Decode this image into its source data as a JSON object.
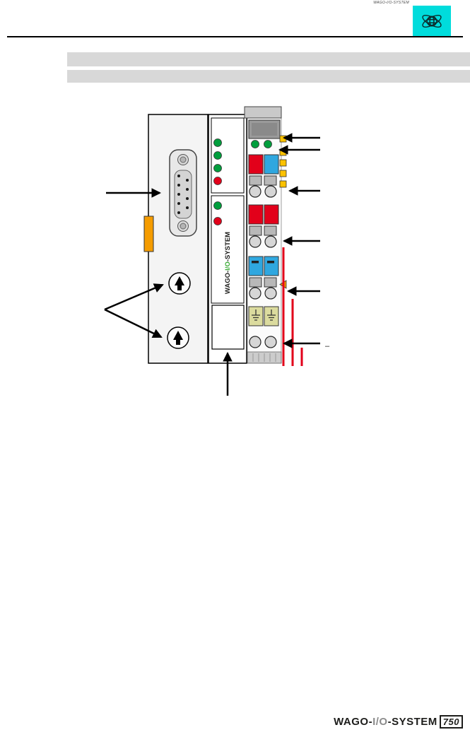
{
  "header": {
    "mini_caption": "WAGO-I/O-SYSTEM",
    "logo_box_color": "#00DCDC"
  },
  "diagram": {
    "side_label_wago": "WAGO-",
    "side_label_io": "I/O",
    "side_label_system": "-SYSTEM",
    "minus_label": "–",
    "colors": {
      "orange": "#F59C00",
      "red": "#E2001A",
      "blue": "#2FA7DF",
      "khaki": "#DBDB9E",
      "led_green": "#009E3D",
      "led_red": "#E2001A",
      "marker_yellow": "#FCC200",
      "wire_red": "#E2001A",
      "io_green": "#3AAA35"
    }
  },
  "footer": {
    "brand_wago": "WAGO-",
    "brand_io": "I/O",
    "brand_system": "-SYSTEM",
    "brand_number": "750"
  }
}
